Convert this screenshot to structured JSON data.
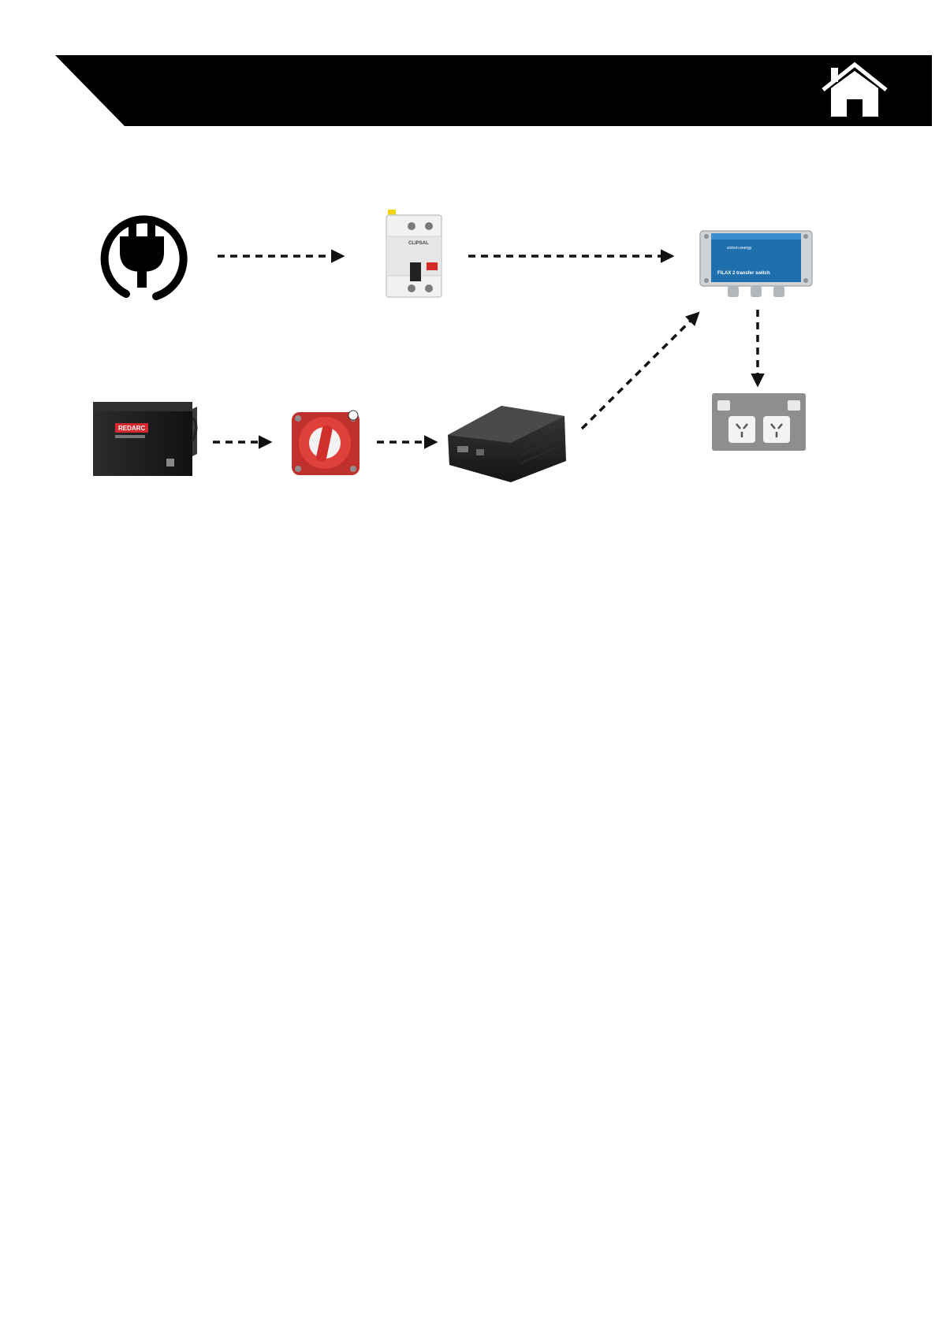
{
  "header": {
    "home_icon": "home-icon",
    "background_color": "#000000",
    "icon_color": "#ffffff"
  },
  "diagram": {
    "arrow_style": "dashed",
    "arrow_color": "#111111",
    "nodes": [
      {
        "id": "mains-plug",
        "icon": "plug-icon"
      },
      {
        "id": "rcd-breaker",
        "icon": "circuit-breaker-icon",
        "brand_text": "CLIPSAL"
      },
      {
        "id": "transfer-switch",
        "icon": "transfer-switch-icon",
        "brand_text": "victron energy",
        "product_text": "FILAX 2 transfer switch",
        "color": "#1f6fad"
      },
      {
        "id": "power-outlet",
        "icon": "double-power-outlet-icon"
      },
      {
        "id": "battery",
        "icon": "battery-icon",
        "brand_text": "REDARC",
        "accent": "#d6282e"
      },
      {
        "id": "battery-isolator",
        "icon": "battery-isolator-switch-icon",
        "accent": "#d0302c"
      },
      {
        "id": "inverter",
        "icon": "inverter-icon"
      }
    ],
    "connections": [
      {
        "from": "mains-plug",
        "to": "rcd-breaker"
      },
      {
        "from": "rcd-breaker",
        "to": "transfer-switch"
      },
      {
        "from": "transfer-switch",
        "to": "power-outlet"
      },
      {
        "from": "battery",
        "to": "battery-isolator"
      },
      {
        "from": "battery-isolator",
        "to": "inverter"
      },
      {
        "from": "inverter",
        "to": "transfer-switch"
      }
    ]
  }
}
